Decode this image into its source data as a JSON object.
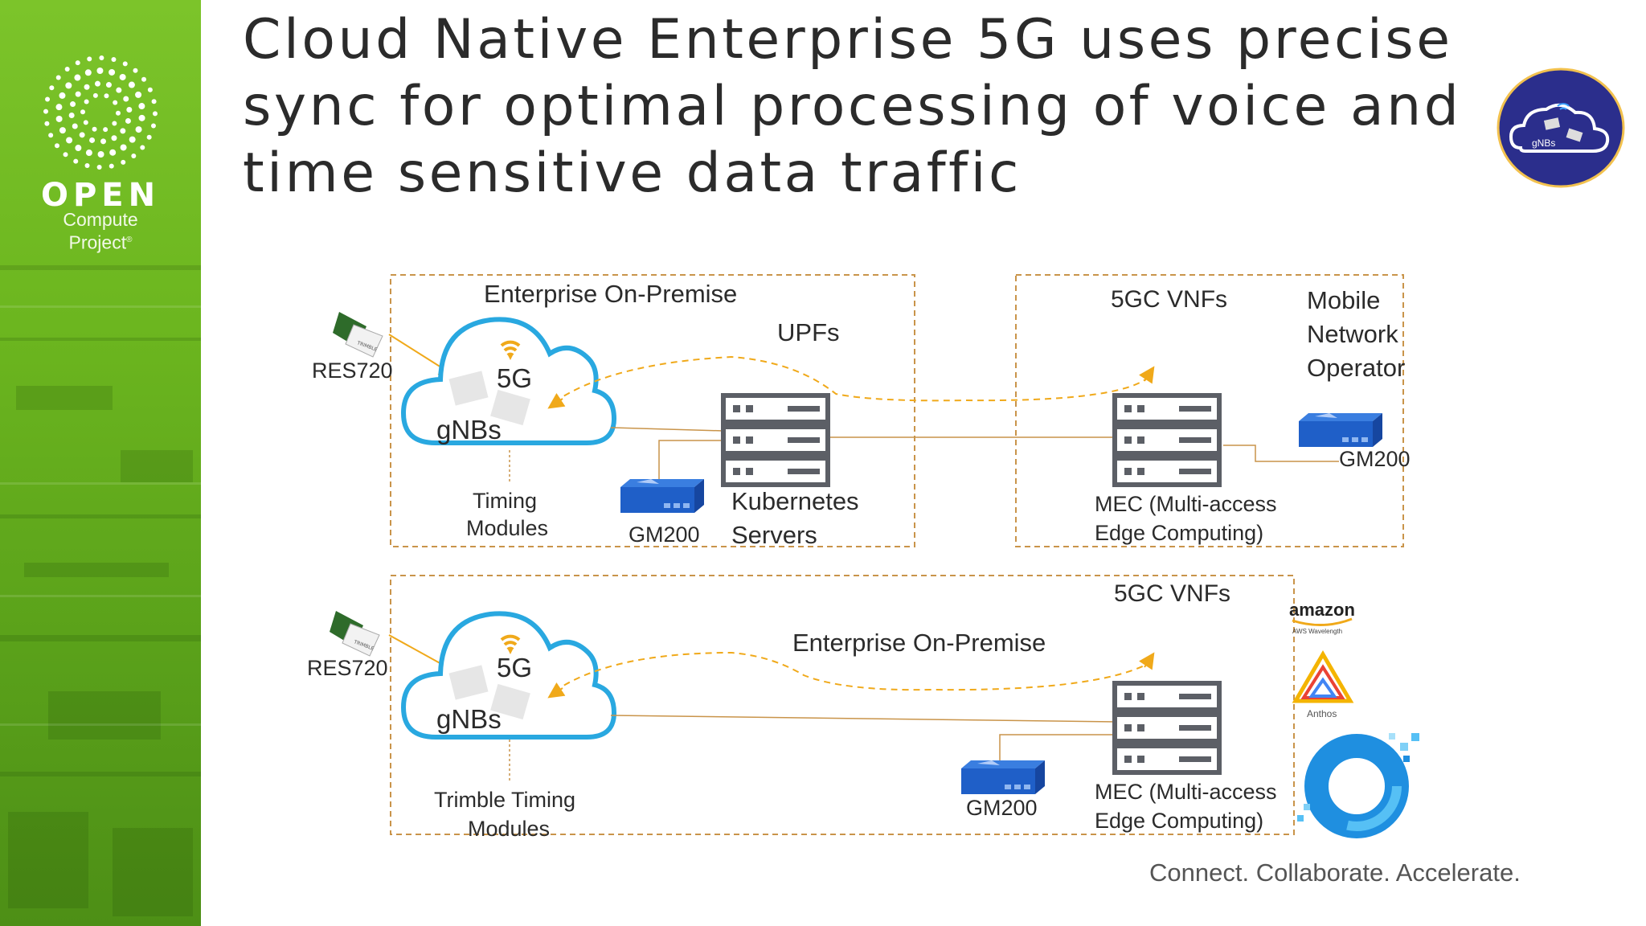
{
  "slide": {
    "title": "Cloud Native Enterprise 5G uses precise sync for optimal processing of voice and time sensitive data traffic",
    "tagline": "Connect. Collaborate. Accelerate."
  },
  "logo": {
    "word": "OPEN",
    "line1": "Compute",
    "line2": "Project"
  },
  "badge": {
    "label": "gNBs",
    "icon": "cloud-gnbs-icon"
  },
  "top_section": {
    "enterprise_label": "Enterprise On-Premise",
    "res_label": "RES720",
    "cloud_5g": "5G",
    "cloud_gnbs": "gNBs",
    "upfs": "UPFs",
    "timing_line1": "Timing",
    "timing_line2": "Modules",
    "gm_left": "GM200",
    "k8s_line1": "Kubernetes",
    "k8s_line2": "Servers",
    "vnfs": "5GC VNFs",
    "operator_line1": "Mobile",
    "operator_line2": "Network",
    "operator_line3": "Operator",
    "gm_right": "GM200",
    "mec_line1": "MEC (Multi-access",
    "mec_line2": "Edge Computing)"
  },
  "bottom_section": {
    "res_label": "RES720",
    "cloud_5g": "5G",
    "cloud_gnbs": "gNBs",
    "enterprise_label": "Enterprise On-Premise",
    "vnfs": "5GC VNFs",
    "timing_line1": "Trimble Timing",
    "timing_line2": "Modules",
    "gm": "GM200",
    "mec_line1": "MEC (Multi-access",
    "mec_line2": "Edge Computing)"
  },
  "providers": {
    "amazon_word": "amazon",
    "amazon_sub": "AWS Wavelength",
    "anthos": "Anthos",
    "azure_icon": "azure-edge-icon"
  },
  "colors": {
    "sidebar_green": "#6cb61f",
    "dashed_border": "#c9944a",
    "cloud_blue": "#29a8e0",
    "arrow_orange": "#f0a91a",
    "server_gray": "#5c5f66",
    "gm_blue": "#1f5fc8",
    "badge_navy": "#2b2e8c"
  }
}
